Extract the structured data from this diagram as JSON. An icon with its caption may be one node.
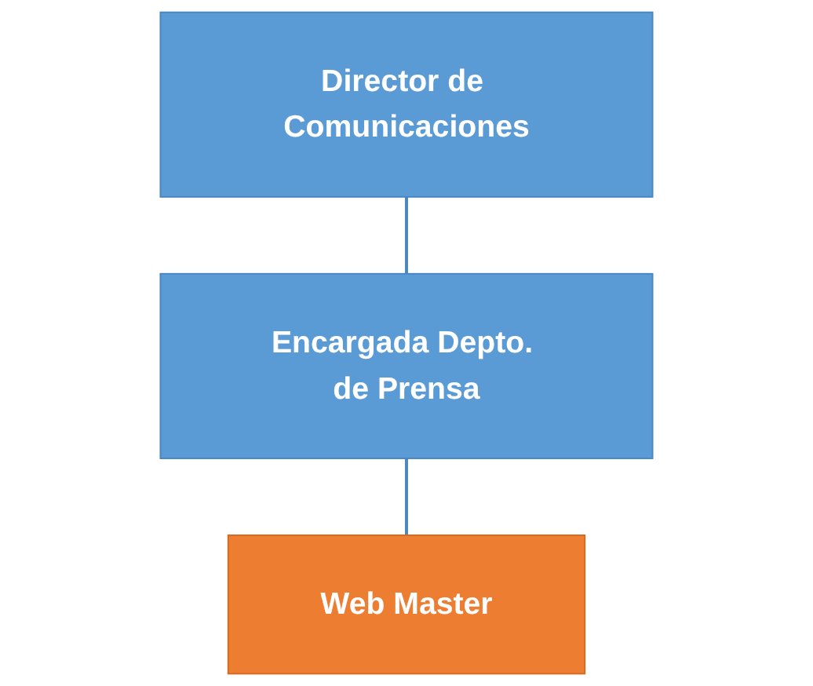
{
  "diagram": {
    "nodes": [
      {
        "text": [
          "Director de Comunicaciones"
        ]
      },
      {
        "text": [
          "Encargada Depto. de Prensa"
        ]
      },
      {
        "text": [
          "Web Master"
        ]
      }
    ],
    "edges": [
      {
        "from": 0,
        "to": 1,
        "arrow": "none"
      },
      {
        "from": 1,
        "to": 2,
        "arrow": "none"
      }
    ]
  }
}
